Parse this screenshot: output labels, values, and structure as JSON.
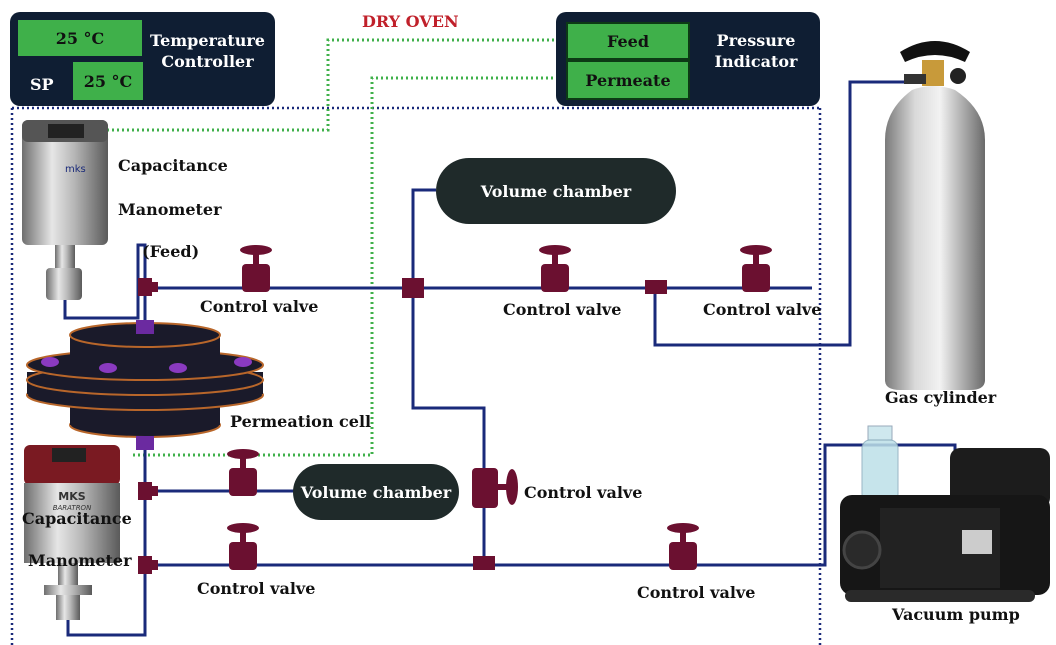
{
  "title": "DRY OVEN",
  "temperature_controller": {
    "label_line1": "Temperature",
    "label_line2": "Controller",
    "pv": "25 °C",
    "sp_label": "SP",
    "sp": "25 °C"
  },
  "pressure_indicator": {
    "label_line1": "Pressure",
    "label_line2": "Indicator",
    "feed": "Feed",
    "permeate": "Permeate"
  },
  "labels": {
    "cap_manometer_top_1": "Capacitance",
    "cap_manometer_top_2": "Manometer",
    "feed": "(Feed)",
    "cv_feed": "Control valve",
    "cv_mid": "Control valve",
    "cv_right": "Control valve",
    "volume_chamber_top": "Volume chamber",
    "volume_chamber_bottom": "Volume chamber",
    "permeation_cell": "Permeation cell",
    "cv_vertical": "Control valve",
    "cap_manometer_bottom_1": "Capacitance",
    "cap_manometer_bottom_2": "Manometer",
    "cv_bottom_left": "Control valve",
    "cv_bottom_right": "Control valve",
    "gas_cylinder": "Gas cylinder",
    "vacuum_pump": "Vacuum pump",
    "mks_top": "mks",
    "mks_bottom": "MKS",
    "baratron": "BARATRON"
  },
  "colors": {
    "pipe": "#1a2a7a",
    "valve": "#6b1030",
    "panel": "#0f1e33",
    "display": "#3fb04a",
    "signal": "#3fb04a",
    "oven_border": "#1a2a7a",
    "title": "#c0202a"
  }
}
